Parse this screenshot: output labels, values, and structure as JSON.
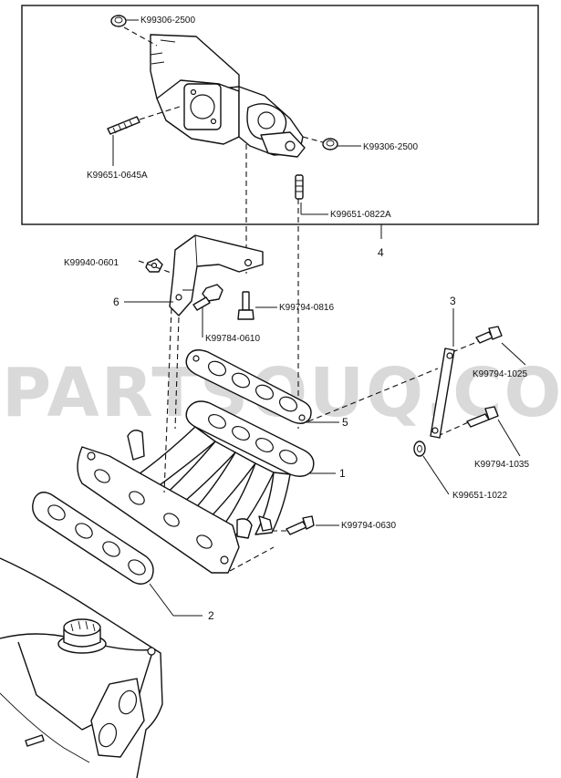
{
  "watermark": "PARTSOUQ.COM",
  "callouts": {
    "c1": "1",
    "c2": "2",
    "c3": "3",
    "c4": "4",
    "c5": "5",
    "c6": "6"
  },
  "part_labels": {
    "cap_top": "K99306-2500",
    "cap_right": "K99306-2500",
    "stud_left": "K99651-0645A",
    "stud_right": "K99651-0822A",
    "nut_bracket": "K99940-0601",
    "bolt_bracket": "K99794-0816",
    "bolt_0610": "K99784-0610",
    "bolt_1025": "K99794-1025",
    "bolt_1035": "K99794-1035",
    "washer_1022": "K99651-1022",
    "bolt_0630": "K99794-0630"
  }
}
